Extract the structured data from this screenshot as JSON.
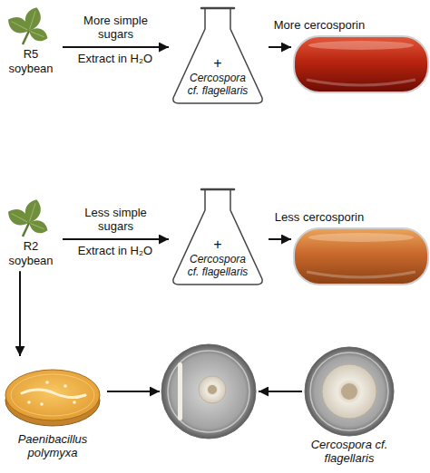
{
  "diagram": {
    "nodes": [
      {
        "text": [
          "R5 soybean"
        ]
      },
      {
        "text": [
          "+",
          "Cercospora cf. flagellaris"
        ]
      },
      {
        "text": [
          "R2 soybean"
        ]
      },
      {
        "text": [
          "+",
          "Cercospora cf. flagellaris"
        ]
      },
      {
        "text": [
          "Paenibacillus polymyxa"
        ]
      },
      {
        "text": [
          "Cercospora cf. flagellaris"
        ]
      }
    ],
    "edges": [
      {
        "from": 0,
        "to": 1,
        "arrow": "to",
        "label": "More simple sugars"
      },
      {
        "from": 2,
        "to": 3,
        "arrow": "to",
        "label": "Less simple sugars"
      },
      {
        "from": 2,
        "to": 4,
        "arrow": "to"
      }
    ],
    "labels": [
      "Extract in H₂O",
      "More cercosporin",
      "Extract in H₂O",
      "Less cercosporin"
    ]
  }
}
